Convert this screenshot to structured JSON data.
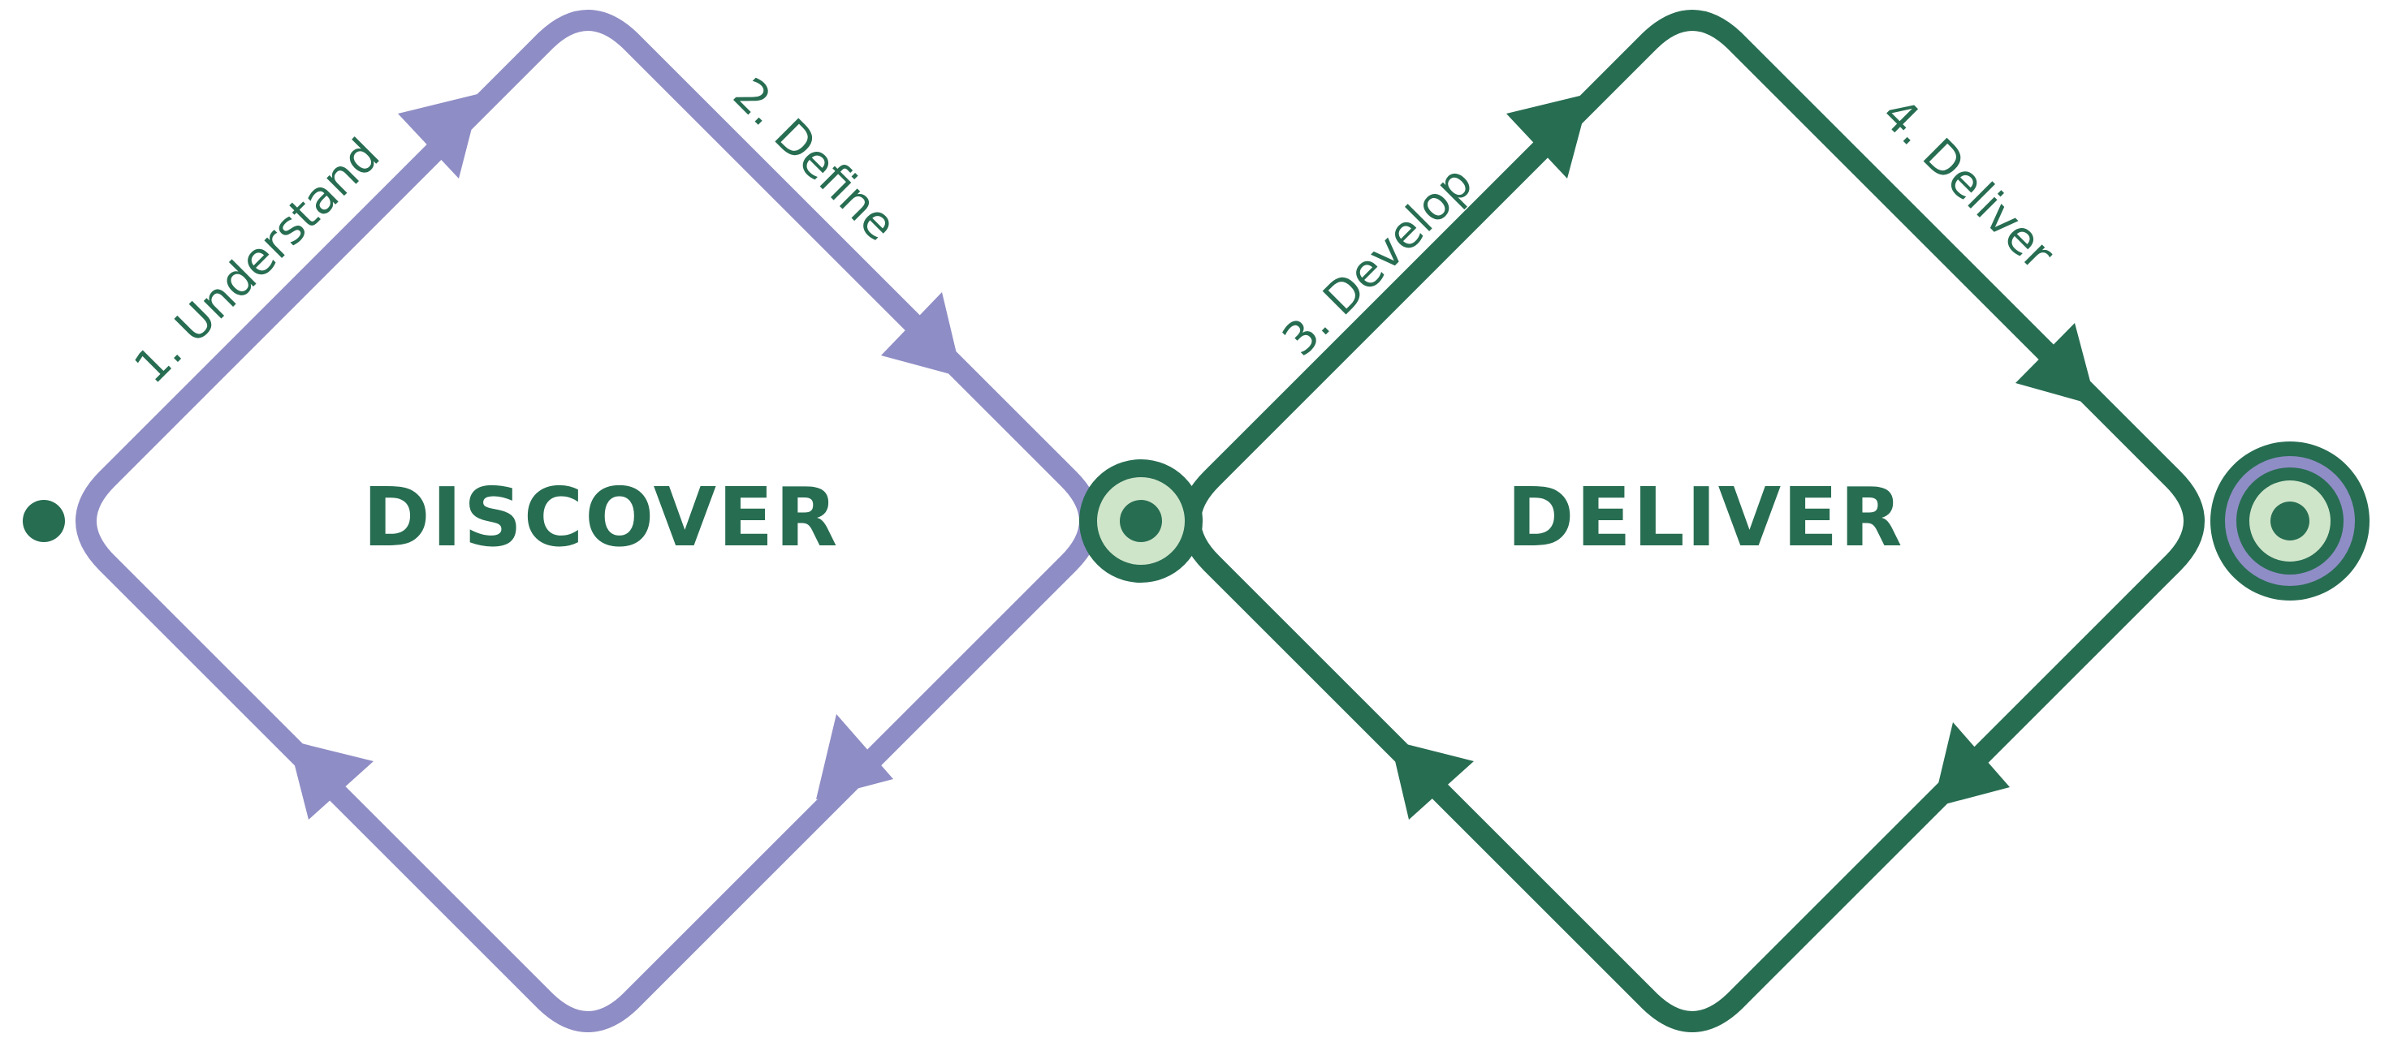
{
  "diamonds": [
    {
      "title": "DISCOVER",
      "color": "#8f8dc5",
      "labels": {
        "upper_left": "1. Understand",
        "upper_right": "2. Define"
      }
    },
    {
      "title": "DELIVER",
      "color": "#276d52",
      "labels": {
        "upper_left": "3. Develop",
        "upper_right": "4. Deliver"
      }
    }
  ],
  "colors": {
    "dark_green": "#276d52",
    "lavender": "#8f8dc5",
    "light_green": "#cfe5c9",
    "text": "#276d52",
    "background": "#ffffff"
  },
  "markers": {
    "start": "start-dot",
    "middle": "transition-node",
    "end": "end-target"
  }
}
